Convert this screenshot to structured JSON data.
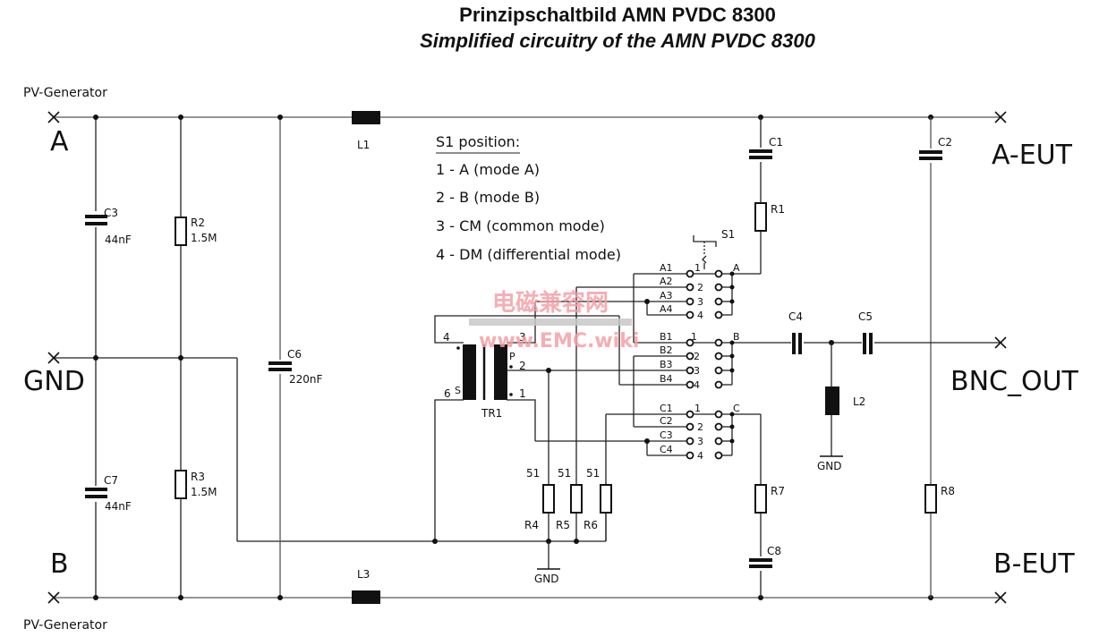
{
  "title": {
    "main": "Prinzipschaltbild AMN PVDC 8300",
    "sub": "Simplified circuitry of the AMN PVDC 8300"
  },
  "terminals": {
    "pv_top": "PV-Generator",
    "pv_bottom": "PV-Generator",
    "a": "A",
    "gnd": "GND",
    "b": "B",
    "a_eut": "A-EUT",
    "bnc_out": "BNC_OUT",
    "b_eut": "B-EUT"
  },
  "components": {
    "C1": {
      "name": "C1",
      "value": ""
    },
    "C2": {
      "name": "C2",
      "value": ""
    },
    "C3": {
      "name": "C3",
      "value": "44nF"
    },
    "C4": {
      "name": "C4",
      "value": ""
    },
    "C5": {
      "name": "C5",
      "value": ""
    },
    "C6": {
      "name": "C6",
      "value": "220nF"
    },
    "C7": {
      "name": "C7",
      "value": "44nF"
    },
    "C8": {
      "name": "C8",
      "value": ""
    },
    "R1": {
      "name": "R1",
      "value": ""
    },
    "R2": {
      "name": "R2",
      "value": "1.5M"
    },
    "R3": {
      "name": "R3",
      "value": "1.5M"
    },
    "R4": {
      "name": "R4",
      "value": "51"
    },
    "R5": {
      "name": "R5",
      "value": "51"
    },
    "R6": {
      "name": "R6",
      "value": "51"
    },
    "R7": {
      "name": "R7",
      "value": ""
    },
    "R8": {
      "name": "R8",
      "value": ""
    },
    "L1": {
      "name": "L1"
    },
    "L2": {
      "name": "L2"
    },
    "L3": {
      "name": "L3"
    },
    "TR1": {
      "name": "TR1",
      "pins": [
        "1",
        "2",
        "3",
        "4",
        "6"
      ],
      "P": "P",
      "S": "S"
    },
    "S1": {
      "name": "S1"
    }
  },
  "switch": {
    "decks": [
      {
        "common": "A",
        "contacts": [
          "A1",
          "A2",
          "A3",
          "A4"
        ]
      },
      {
        "common": "B",
        "contacts": [
          "B1",
          "B2",
          "B3",
          "B4"
        ]
      },
      {
        "common": "C",
        "contacts": [
          "C1",
          "C2",
          "C3",
          "C4"
        ]
      }
    ],
    "positions": [
      "1",
      "2",
      "3",
      "4"
    ]
  },
  "legend": {
    "heading": "S1 position:",
    "items": [
      "1 - A (mode A)",
      "2 - B (mode B)",
      "3 - CM  (common mode)",
      "4 - DM (differential mode)"
    ]
  },
  "gnd_symbols": [
    "GND",
    "GND"
  ],
  "watermark": {
    "line1": "电磁兼容网",
    "line2": "www.EMC.wiki"
  }
}
